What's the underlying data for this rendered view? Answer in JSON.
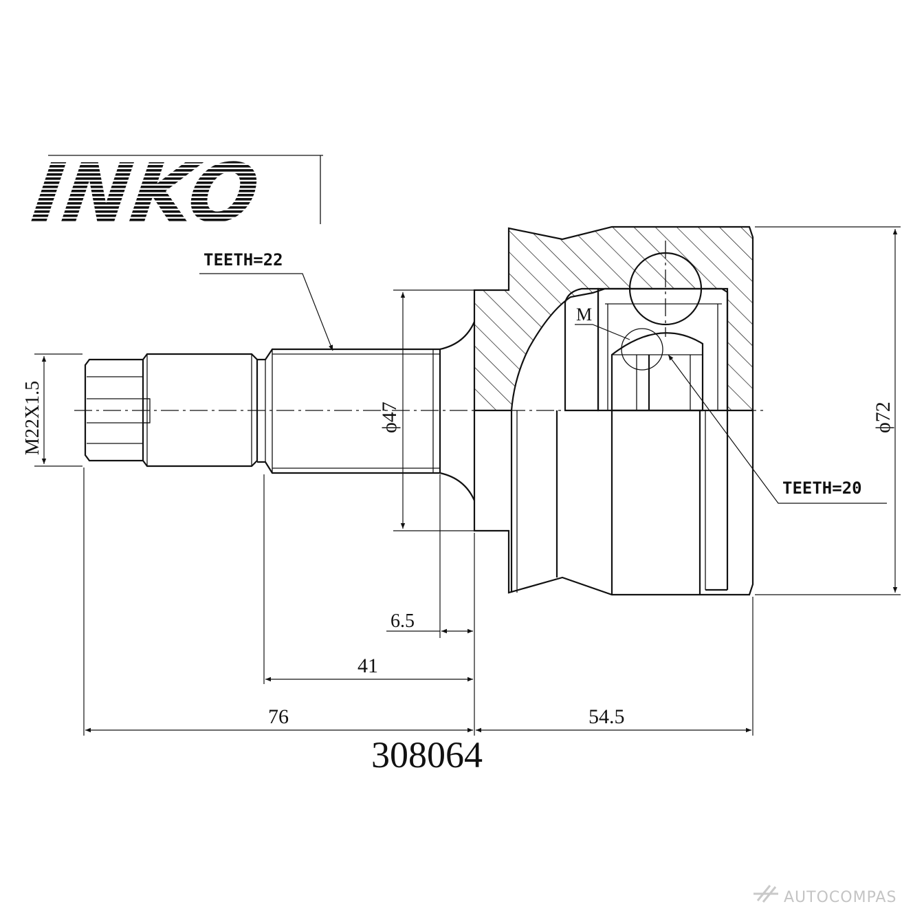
{
  "brand": {
    "logo_text": "INKO"
  },
  "part_number": "308064",
  "labels": {
    "teeth_shaft": "TEETH=22",
    "teeth_inner": "TEETH=20",
    "marker": "M",
    "thread": "M22X1.5"
  },
  "dimensions": {
    "diameter_shaft": "ϕ47",
    "diameter_housing": "ϕ72",
    "dim_6_5": "6.5",
    "dim_41": "41",
    "dim_76": "76",
    "dim_54_5": "54.5"
  },
  "watermark": {
    "text": "AUTOCOMPAS"
  }
}
